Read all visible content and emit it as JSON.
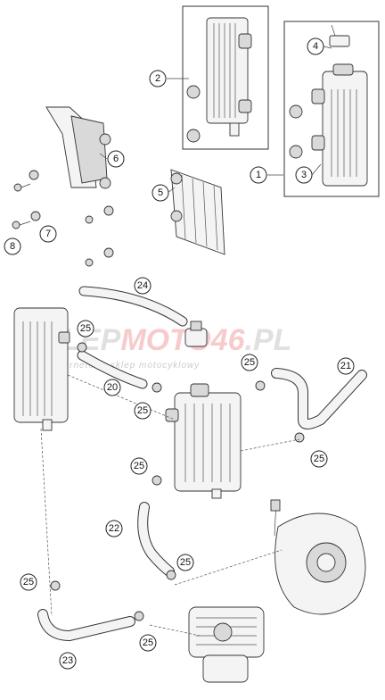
{
  "watermark": {
    "brand_part1": "SKLEP",
    "brand_part2": "MOTO46",
    "brand_part3": ".PL",
    "tagline": "internetowy sklep motocyklowy"
  },
  "callouts": [
    "1",
    "2",
    "3",
    "4",
    "5",
    "6",
    "7",
    "8",
    "20",
    "21",
    "22",
    "23",
    "24",
    "25"
  ]
}
